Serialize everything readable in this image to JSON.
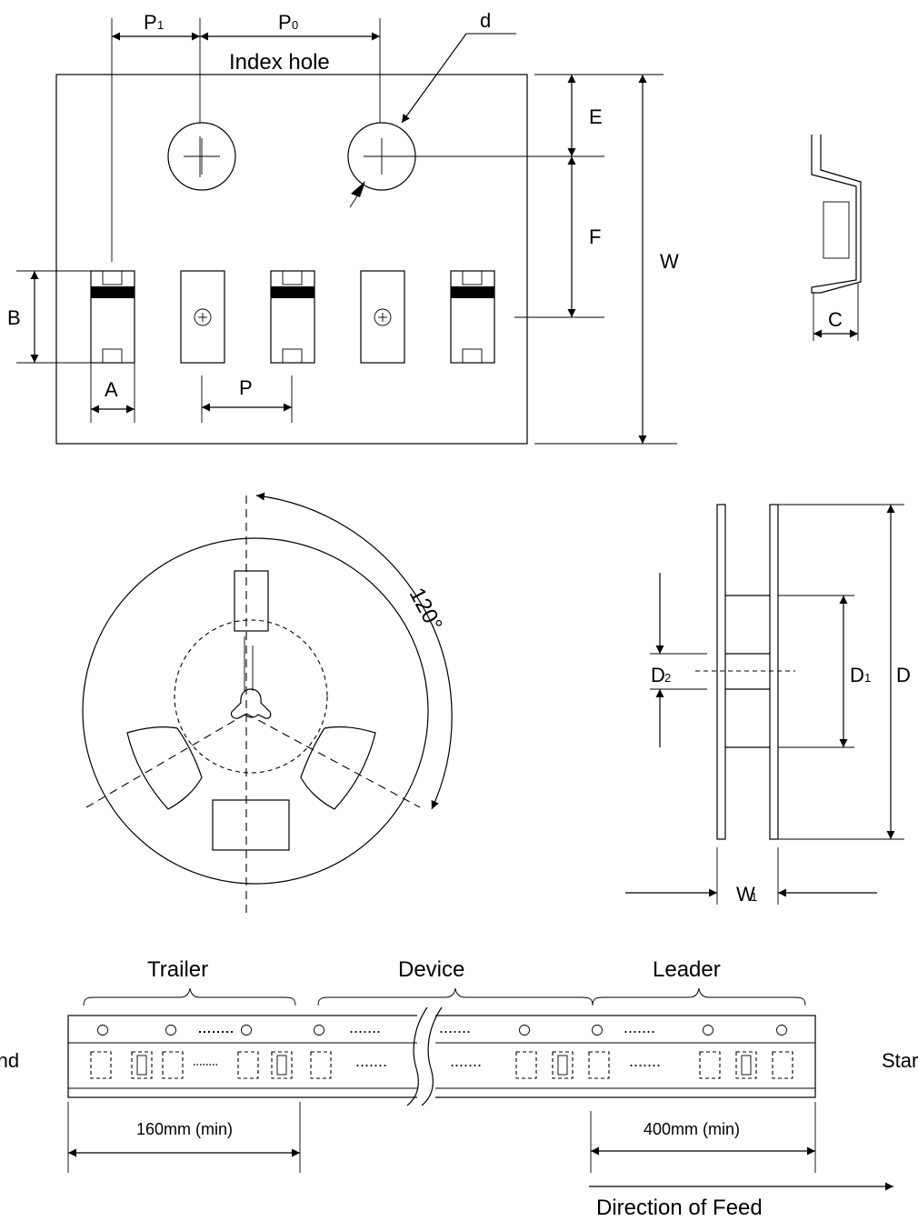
{
  "tape": {
    "labels": {
      "p1": "P",
      "p1_sub": "1",
      "p0": "P",
      "p0_sub": "0",
      "d": "d",
      "index_hole": "Index hole",
      "e": "E",
      "f": "F",
      "w": "W",
      "b": "B",
      "a": "A",
      "p": "P"
    }
  },
  "carrier": {
    "labels": {
      "c": "C"
    }
  },
  "reel_front": {
    "labels": {
      "angle": "120°"
    }
  },
  "reel_side": {
    "labels": {
      "d2": "D",
      "d2_sub": "2",
      "d1": "D",
      "d1_sub": "1",
      "d": "D",
      "w1": "W",
      "w1_sub": "1"
    }
  },
  "strip": {
    "labels": {
      "trailer": "Trailer",
      "device": "Device",
      "leader": "Leader",
      "end": "End",
      "start": "Start",
      "dots": ".......",
      "trailer_dist": "160mm (min)",
      "leader_dist": "400mm (min)",
      "direction": "Direction of Feed"
    }
  }
}
